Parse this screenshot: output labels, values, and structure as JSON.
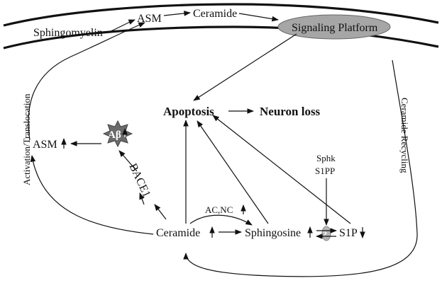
{
  "membrane": {
    "sphingomyelin": "Sphingomyelin",
    "asm": "ASM",
    "ceramide": "Ceramide",
    "signaling_platform": "Signaling Platform"
  },
  "side_labels": {
    "left": "Activation/Translocation",
    "right": "Ceramide Recycling"
  },
  "outcomes": {
    "apoptosis": "Apoptosis",
    "neuron_loss": "Neuron loss"
  },
  "nodes": {
    "asm_up": "ASM",
    "abeta": "Aβ",
    "bace1": "BACE1",
    "ceramide": "Ceramide",
    "sphingosine": "Sphingosine",
    "s1p": "S1P",
    "ac_nc": "AC,NC",
    "sphk": "Sphk",
    "s1pp": "S1PP",
    "question": "?"
  },
  "colors": {
    "platform_fill": "#a6a6a6",
    "abeta_fill": "#6b6b6b",
    "question_fill": "#b5b5b5"
  }
}
